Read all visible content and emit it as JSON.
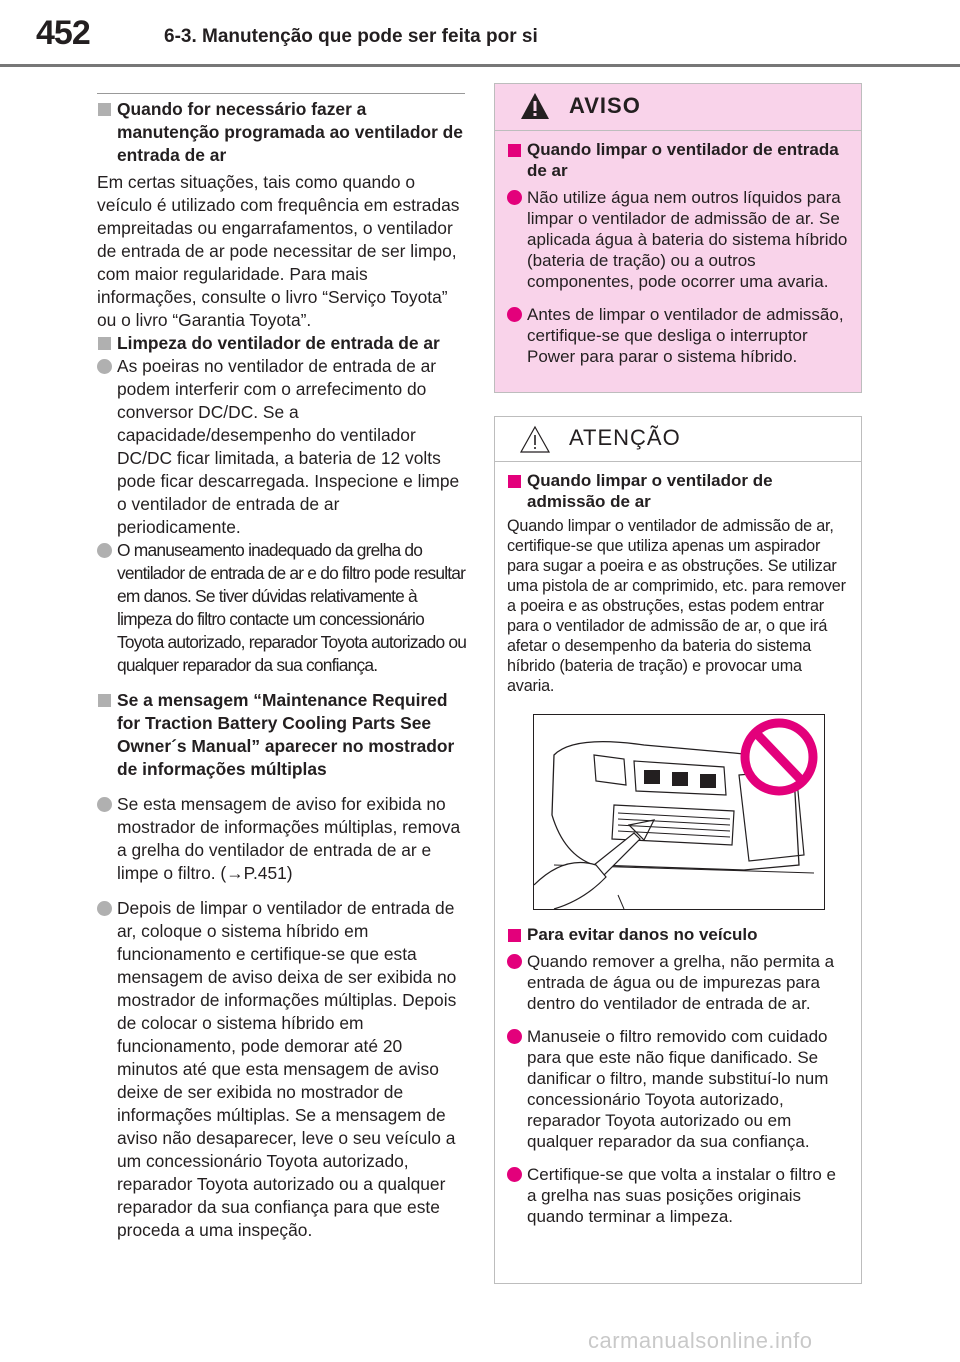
{
  "header": {
    "page_number": "452",
    "chapter": "6-3. Manutenção que pode ser feita por si"
  },
  "left": {
    "s1": {
      "heading": "Quando for necessário fazer a manutenção programada ao ventilador de entrada de ar",
      "text": "Em certas situações, tais como quando o veículo é utilizado com frequência em estradas empreitadas ou engarrafamentos, o ventilador de entrada de ar pode necessitar de ser limpo, com maior regularidade. Para mais informações, consulte o livro “Serviço Toyota” ou o livro “Garantia Toyota”."
    },
    "s2": {
      "heading": "Limpeza do ventilador de entrada de ar",
      "bullets": [
        "As poeiras no ventilador de entrada de ar podem interferir com o arrefecimento do conversor DC/DC. Se a capacidade/desempenho do ventilador DC/DC ficar limitada, a bateria de 12 volts pode ficar descarregada. Inspecione e limpe o ventilador de entrada de ar periodicamente.",
        "O manuseamento inadequado da grelha do ventilador de entrada de ar e do filtro pode resultar em danos. Se tiver dúvidas relativamente à limpeza do filtro contacte um concessionário Toyota autorizado, reparador Toyota autorizado ou qualquer reparador da sua confiança."
      ]
    },
    "s3": {
      "heading": "Se a mensagem “Maintenance Required for Traction Battery Cooling Parts See Owner´s Manual” aparecer no mostrador de informações múltiplas",
      "bullets": [
        "Se esta mensagem de aviso for exibida no mostrador de informações múltiplas, remova a grelha do ventilador de entrada de ar e limpe o filtro. (→P.451)",
        "Depois de limpar o ventilador de entrada de ar, coloque o sistema híbrido em funcionamento e certifique-se que esta mensagem de aviso deixa de ser exibida no mostrador de informações múltiplas. Depois de colocar o sistema híbrido em funcionamento, pode demorar até 20 minutos até que esta mensagem de aviso deixe de ser exibida no mostrador de informações múltiplas. Se a mensagem de aviso não desaparecer, leve o seu veículo a um concessionário Toyota autorizado, reparador Toyota autorizado ou a qualquer reparador da sua confiança para que este proceda a uma inspeção."
      ]
    }
  },
  "aviso": {
    "title": "AVISO",
    "heading": "Quando limpar o ventilador de entrada de ar",
    "bullets": [
      "Não utilize água nem outros líquidos para limpar o ventilador de admissão de ar. Se aplicada água à bateria do sistema híbrido (bateria de tração) ou a outros componentes, pode ocorrer uma avaria.",
      "Antes de limpar o ventilador de admissão, certifique-se que desliga o interruptor Power para parar o sistema híbrido."
    ]
  },
  "atencao": {
    "title": "ATENÇÃO",
    "heading1": "Quando limpar o ventilador de admissão de ar",
    "text1": "Quando limpar o ventilador de admissão de ar, certifique-se que utiliza apenas um aspirador para sugar a poeira e as obstruções. Se utilizar uma pistola de ar comprimido, etc. para remover a poeira e as obstruções, estas podem entrar para o ventilador de admissão de ar, o que irá afetar o desempenho da bateria do sistema híbrido (bateria de tração) e provocar uma avaria.",
    "heading2": "Para evitar danos no veículo",
    "bullets": [
      "Quando remover a grelha, não permita a entrada de água ou de impurezas para dentro do ventilador de entrada de ar.",
      "Manuseie o filtro removido com cuidado para que este não fique danificado. Se danificar o filtro, mande substituí-lo num concessionário Toyota autorizado, reparador Toyota autorizado ou em qualquer reparador da sua confiança.",
      "Certifique-se que volta a instalar o filtro e a grelha nas suas posições originais quando terminar a limpeza."
    ]
  },
  "watermark": "carmanualsonline.info",
  "colors": {
    "accent": "#e3007b",
    "aviso_bg": "#f9d3ea",
    "bullet_gray": "#b0b0b0"
  }
}
